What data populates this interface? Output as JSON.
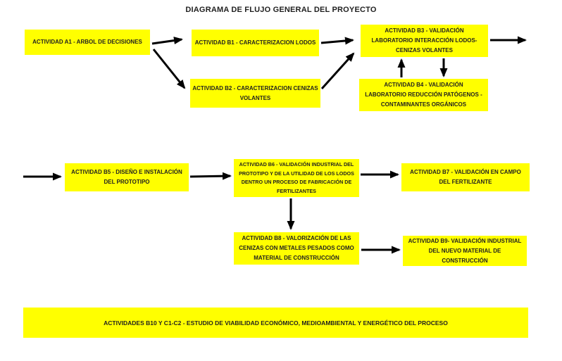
{
  "title": "DIAGRAMA DE FLUJO GENERAL DEL PROYECTO",
  "colors": {
    "box_fill": "#ffff00",
    "text": "#1f1f1f",
    "arrow": "#000000",
    "background": "#ffffff"
  },
  "boxes": {
    "a1": {
      "label": "ACTIVIDAD A1 - ARBOL DE DECISIONES"
    },
    "b1": {
      "label": "ACTIVIDAD B1 - CARACTERIZACION LODOS"
    },
    "b2": {
      "label": "ACTIVIDAD B2 - CARACTERIZACION CENIZAS\nVOLANTES"
    },
    "b3": {
      "label": "ACTIVIDAD B3 - VALIDACIÓN\nLABORATORIO INTERACCIÓN LODOS-\nCENIZAS VOLANTES"
    },
    "b4": {
      "label": "ACTIVIDAD B4 - VALIDACIÓN\nLABORATORIO REDUCCIÓN PATÓGENOS -\nCONTAMINANTES ORGÁNICOS"
    },
    "b5": {
      "label": "ACTIVIDAD B5 - DISEÑO E INSTALACIÓN\nDEL PROTOTIPO"
    },
    "b6": {
      "label": "ACTIVIDAD B6 - VALIDACIÓN INDUSTRIAL DEL\nPROTOTIPO Y DE LA UTILIDAD DE LOS LODOS\nDENTRO UN PROCESO DE FABRICACIÓN DE\nFERTILIZANTES"
    },
    "b7": {
      "label": "ACTIVIDAD B7 - VALIDACIÓN EN CAMPO\nDEL FERTILIZANTE"
    },
    "b8": {
      "label": "ACTIVIDAD B8 - VALORIZACIÓN DE LAS\nCENIZAS CON METALES PESADOS COMO\nMATERIAL DE CONSTRUCCIÓN"
    },
    "b9": {
      "label": "ACTIVIDAD B9- VALIDACIÓN INDUSTRIAL\nDEL NUEVO MATERIAL DE CONSTRUCCIÓN"
    },
    "b10": {
      "label": "ACTIVIDADES B10 Y C1-C2 - ESTUDIO DE VIABILIDAD ECONÓMICO, MEDIOAMBIENTAL Y ENERGÉTICO DEL PROCESO"
    }
  },
  "connections": [
    {
      "from": "a1",
      "to": "b1"
    },
    {
      "from": "a1",
      "to": "b2"
    },
    {
      "from": "b1",
      "to": "b3"
    },
    {
      "from": "b2",
      "to": "b3"
    },
    {
      "from": "b4",
      "to": "b3"
    },
    {
      "from": "b3",
      "to": "b4"
    },
    {
      "from": "b3",
      "to": "offpage-right"
    },
    {
      "from": "offpage-left",
      "to": "b5"
    },
    {
      "from": "b5",
      "to": "b6"
    },
    {
      "from": "b6",
      "to": "b7"
    },
    {
      "from": "b6",
      "to": "b8"
    },
    {
      "from": "b8",
      "to": "b9"
    }
  ]
}
